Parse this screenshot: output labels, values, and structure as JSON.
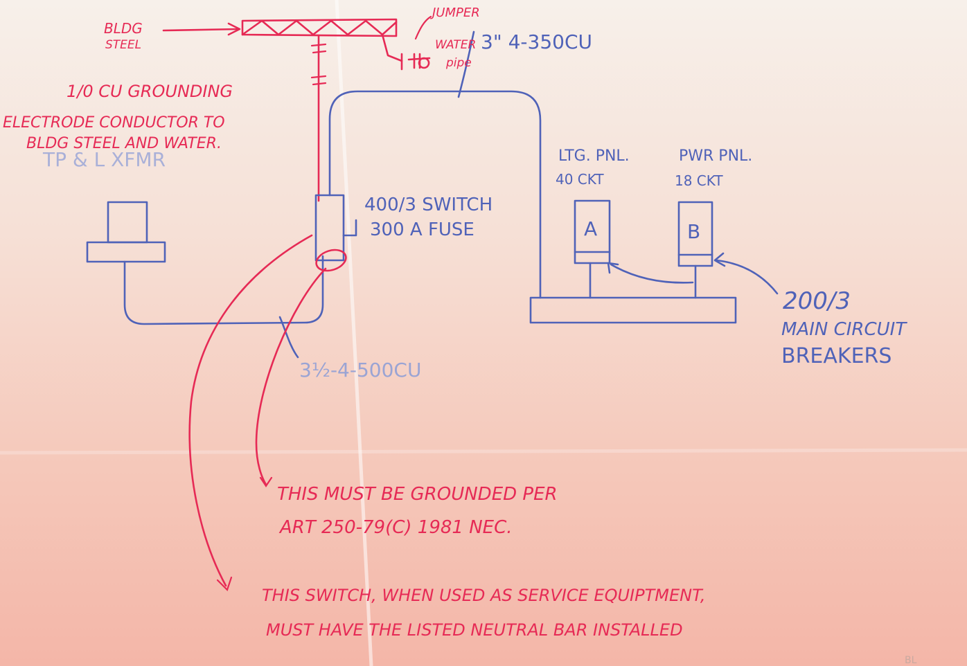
{
  "labels": {
    "bldg": "BLDG",
    "steel": "STEEL",
    "jumper": "JUMPER",
    "water": "WATER",
    "pipe": "pipe",
    "conductor_350": "3\" 4-350CU",
    "grounding_1": "1/0 CU GROUNDING",
    "grounding_2": "ELECTRODE CONDUCTOR TO",
    "grounding_3": "BLDG STEEL AND WATER.",
    "xfmr": "TP & L XFMR",
    "switch_1": "400/3 SWITCH",
    "switch_2": "300 A FUSE",
    "ltg_pnl_1": "LTG. PNL.",
    "ltg_pnl_2": "40 CKT",
    "pwr_pnl_1": "PWR PNL.",
    "pwr_pnl_2": "18 CKT",
    "panel_a": "A",
    "panel_b": "B",
    "breaker_1": "200/3",
    "breaker_2": "MAIN CIRCUIT",
    "breaker_3": "BREAKERS",
    "conductor_500": "3½-4-500CU",
    "note1_1": "THIS MUST BE GROUNDED PER",
    "note1_2": "ART 250-79(C) 1981 NEC.",
    "note2_1": "THIS SWITCH, WHEN USED AS SERVICE EQUIPTMENT,",
    "note2_2": "MUST HAVE THE LISTED NEUTRAL BAR INSTALLED",
    "corner_mark": "BL"
  },
  "colors": {
    "pencil_blue": "#4f62b8",
    "marker_red": "#e62a55",
    "paper_top": "#f7f0ea",
    "paper_bottom": "#f4b6a8"
  }
}
